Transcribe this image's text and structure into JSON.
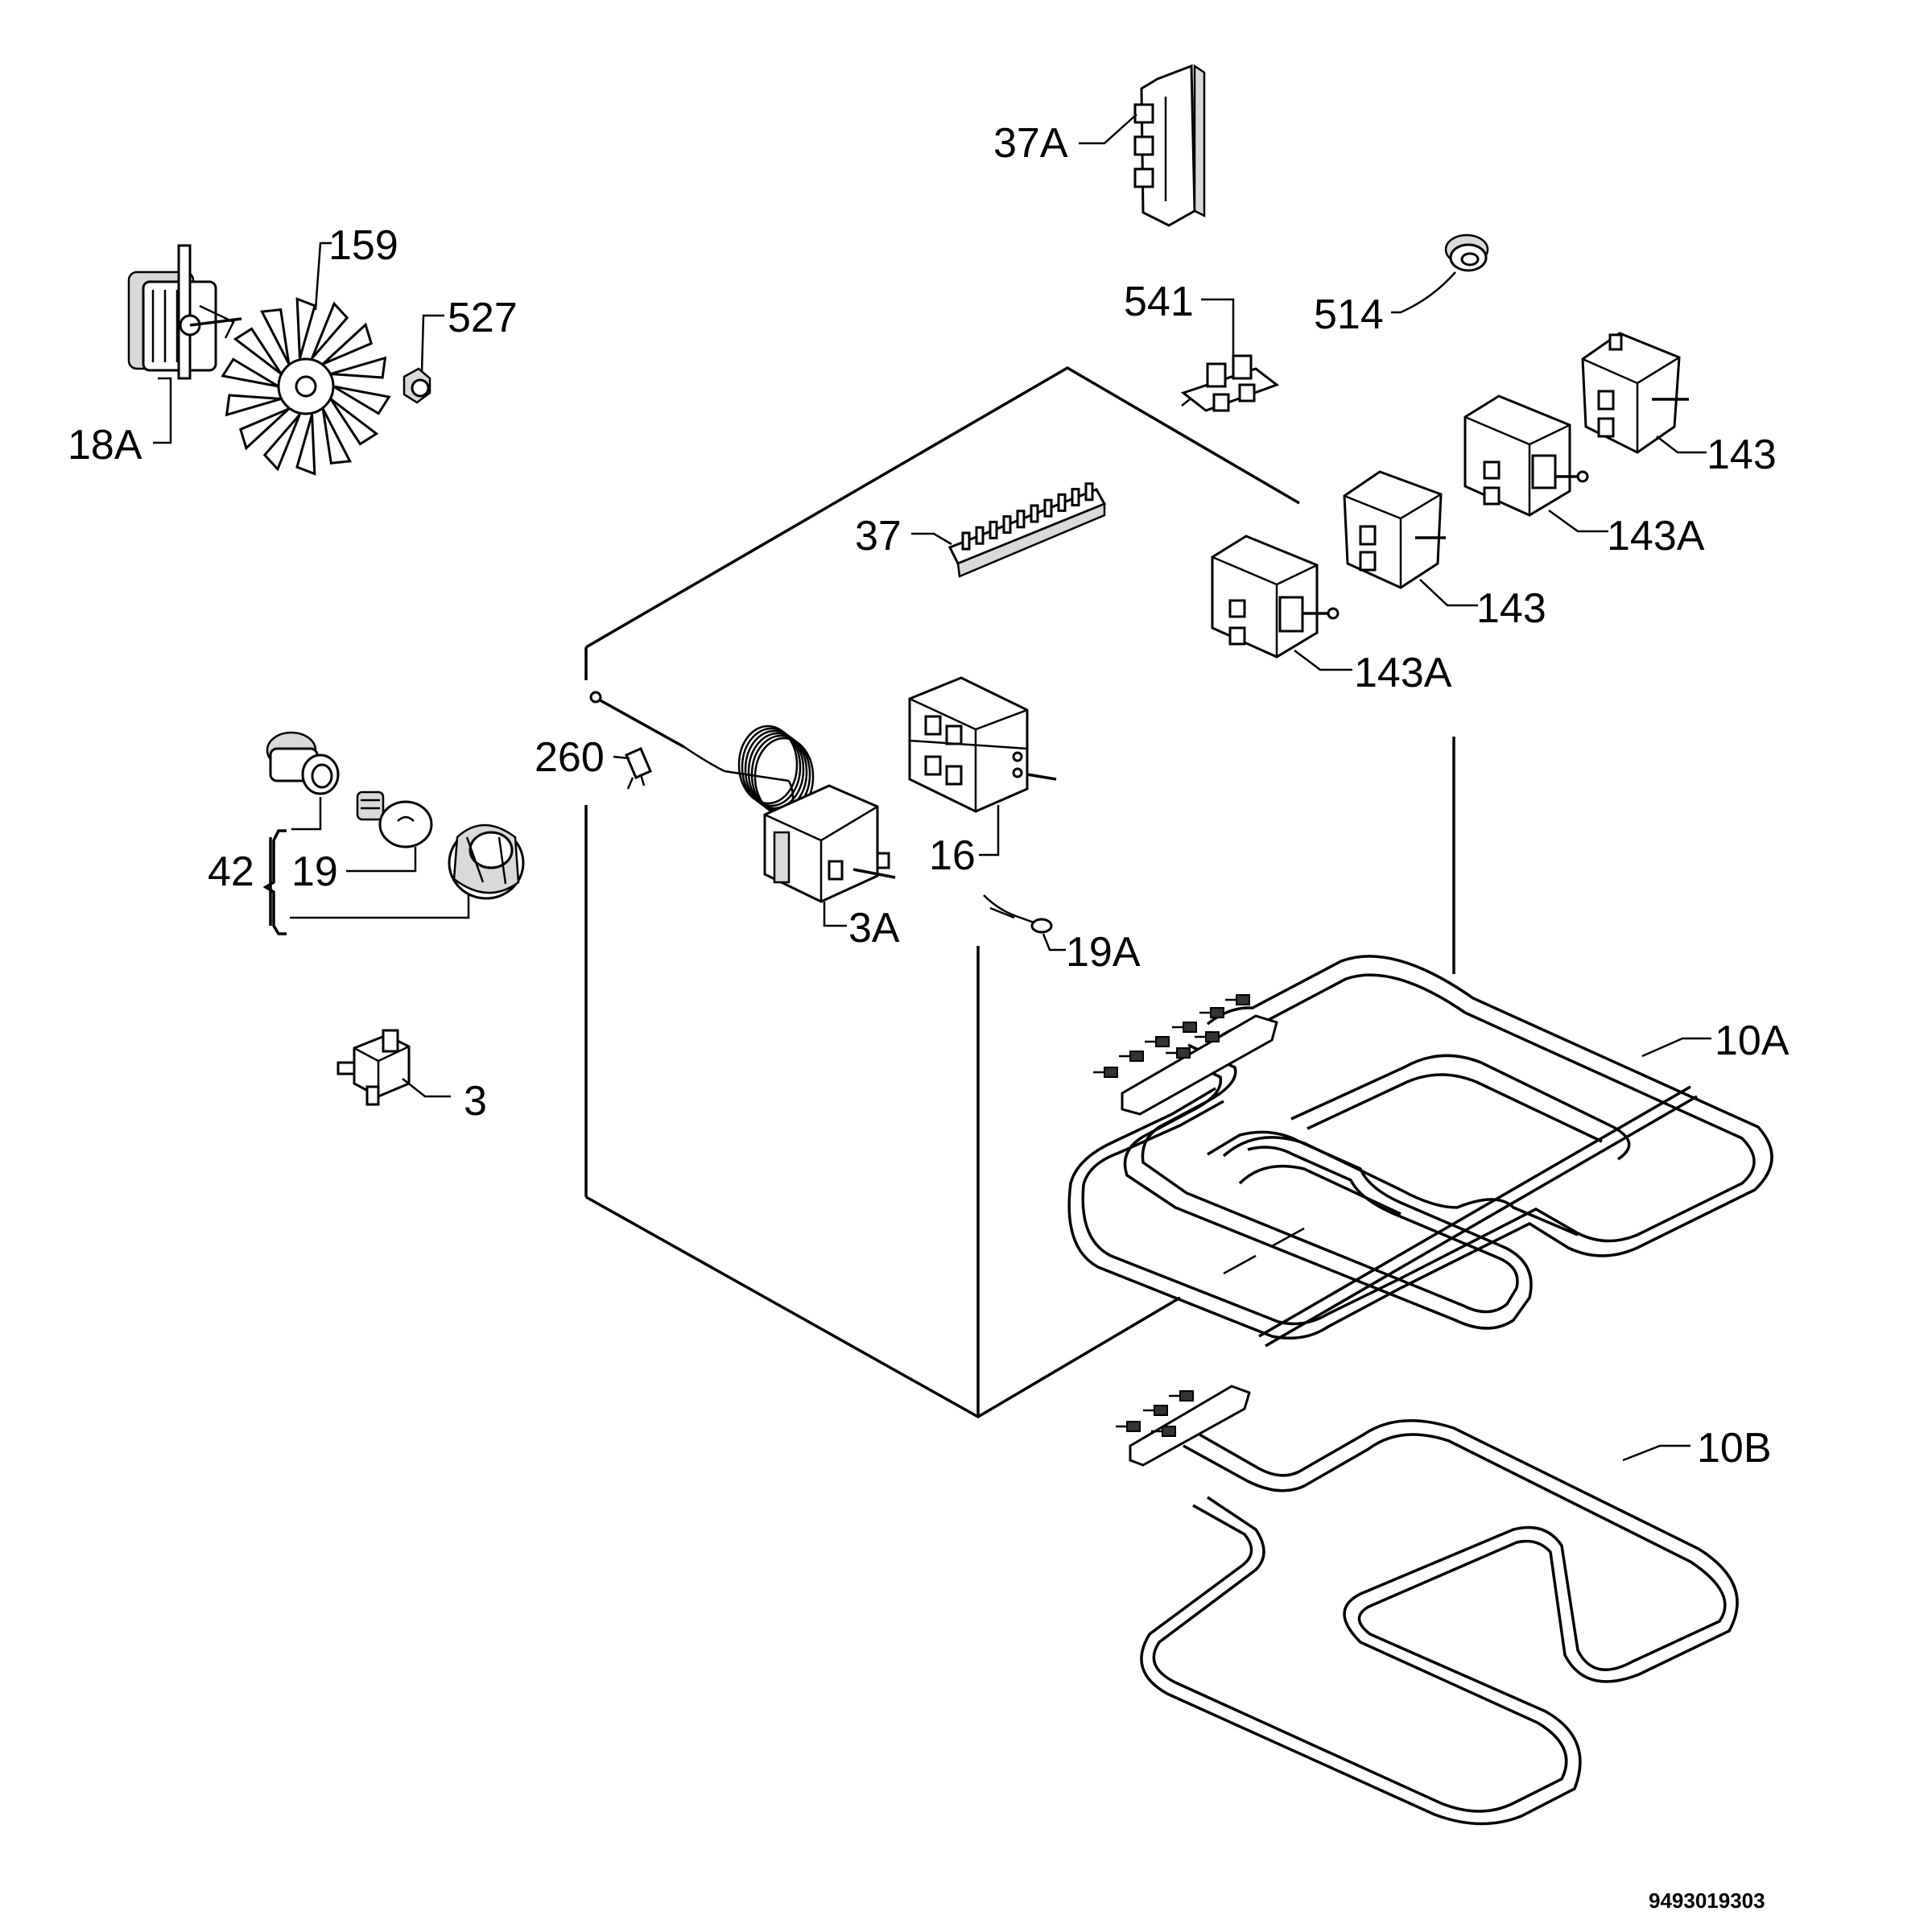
{
  "labels": {
    "l37A_num": "37",
    "l37A_suf": "A",
    "l159": "159",
    "l527": "527",
    "l18A_num": "18",
    "l18A_suf": "A",
    "l541": "541",
    "l514": "514",
    "l143_top": "143",
    "l143A_upper_num": "143",
    "l143A_upper_suf": "A",
    "l143_mid": "143",
    "l143A_lower_num": "143",
    "l143A_lower_suf": "A",
    "l37": "37",
    "l260": "260",
    "l16": "16",
    "l3A_num": "3",
    "l3A_suf": "A",
    "l19A_num": "19",
    "l19A_suf": "A",
    "l42": "42",
    "l19": "19",
    "l3": "3",
    "l10A_num": "10",
    "l10A_suf": "A",
    "l10B_num": "10",
    "l10B_suf": "B"
  },
  "drawing_number": "9493019303"
}
